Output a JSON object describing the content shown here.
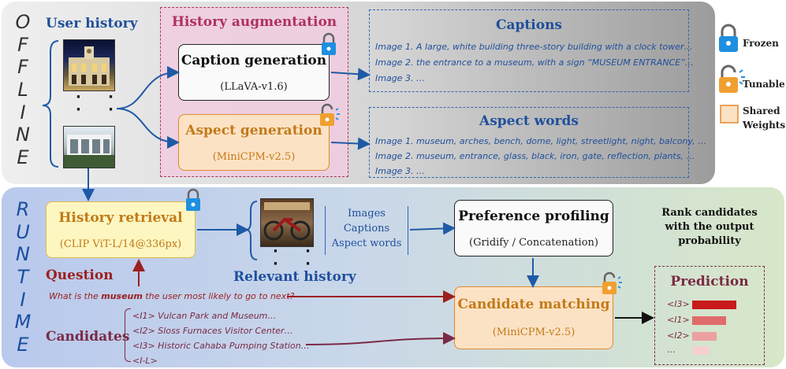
{
  "stages": {
    "offline_letters": [
      "O",
      "F",
      "F",
      "L",
      "I",
      "N",
      "E"
    ],
    "runtime_letters": [
      "R",
      "U",
      "N",
      "T",
      "I",
      "M",
      "E"
    ]
  },
  "user_history": {
    "label": "User history"
  },
  "augmentation": {
    "title": "History augmentation",
    "caption_gen": {
      "title": "Caption generation",
      "model": "(LLaVA-v1.6)"
    },
    "aspect_gen": {
      "title": "Aspect generation",
      "model": "(MiniCPM-v2.5)"
    }
  },
  "captions": {
    "title": "Captions",
    "lines": [
      "Image 1. A large, white building three-story building with a clock tower…",
      "Image 2. the entrance to a museum, with a sign “MUSEUM ENTRANCE”…",
      "Image 3. …"
    ]
  },
  "aspects": {
    "title": "Aspect words",
    "lines": [
      "Image 1. museum, arches, bench, dome, light, streetlight, night, balcony, …",
      "Image 2. museum, entrance, glass, black, iron, gate, reflection, plants, …",
      "Image 3. …"
    ]
  },
  "legend": {
    "frozen": "Frozen",
    "tunable": "Tunable",
    "shared_1": "Shared",
    "shared_2": "Weights"
  },
  "retrieval": {
    "title": "History retrieval",
    "model": "(CLIP ViT-L/14@336px)"
  },
  "relevant": {
    "label": "Relevant history",
    "items": [
      "Images",
      "Captions",
      "Aspect words"
    ]
  },
  "profiling": {
    "title": "Preference profiling",
    "method": "(Gridify / Concatenation)"
  },
  "rank": {
    "line1": "Rank candidates",
    "line2": "with the output",
    "line3": "probability"
  },
  "question": {
    "label": "Question",
    "pre": "What is the ",
    "emph": "museum",
    "post": " the user most likely to go to next?"
  },
  "matching": {
    "title": "Candidate matching",
    "model": "(MiniCPM-v2.5)"
  },
  "candidates": {
    "label": "Candidates",
    "items": [
      "<I1> Vulcan Park and Museum…",
      "<I2> Sloss Furnaces Visitor Center…",
      "<I3> Historic Cahaba Pumping Station…",
      "<I-L>"
    ]
  },
  "prediction": {
    "title": "Prediction",
    "labels": [
      "<I3>",
      "<I1>",
      "<I2>",
      "…"
    ],
    "bar_values": [
      0.9,
      0.7,
      0.5,
      0.35
    ],
    "bar_colors": [
      "#c81a1a",
      "#e06b6b",
      "#eca0a0",
      "#f6cfcf"
    ]
  },
  "colors": {
    "blue_arrow": "#1f5aa6",
    "red_arrow": "#9b2020",
    "orange_text": "#c27a18",
    "maroon_text": "#7a2a45",
    "title_blue": "#1f4f9c"
  }
}
